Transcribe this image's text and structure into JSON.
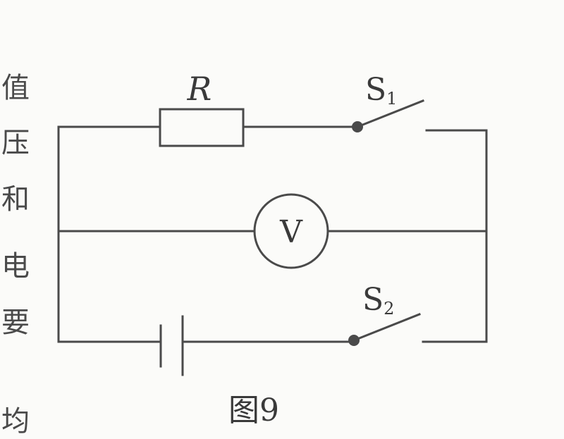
{
  "edge_text": [
    "值",
    "压",
    "和",
    "电",
    "要",
    "均"
  ],
  "diagram": {
    "resistor_label": "R",
    "voltmeter_label": "V",
    "switch1": {
      "letter": "S",
      "subscript": "1"
    },
    "switch2": {
      "letter": "S",
      "subscript": "2"
    },
    "caption": "图9"
  }
}
